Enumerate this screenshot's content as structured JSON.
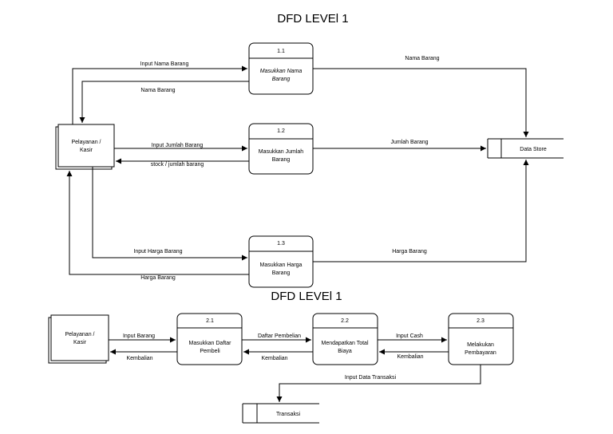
{
  "level1_top": {
    "title": "DFD LEVEl 1",
    "entity": {
      "line1": "Pelayanan /",
      "line2": "Kasir"
    },
    "store": {
      "label": "Data Store"
    },
    "processes": [
      {
        "id": "1.1",
        "line1": "Masukkan Nama",
        "line2": "Barang"
      },
      {
        "id": "1.2",
        "line1": "Masukkan Jumlah",
        "line2": "Barang"
      },
      {
        "id": "1.3",
        "line1": "Masukkan Harga",
        "line2": "Barang"
      }
    ],
    "flows": {
      "in_nama": "Input Nama Barang",
      "out_nama": "Nama Barang",
      "store_nama": "Nama Barang",
      "in_jumlah": "Input Jumlah Barang",
      "out_jumlah": "stock / jumlah barang",
      "store_jumlah": "Jumlah Barang",
      "in_harga": "Input Harga Barang",
      "out_harga": "Harga Barang",
      "store_harga": "Harga Barang"
    }
  },
  "level1_bottom": {
    "title": "DFD LEVEl 1",
    "entity": {
      "line1": "Pelayanan /",
      "line2": "Kasir"
    },
    "store": {
      "label": "Transaksi"
    },
    "processes": [
      {
        "id": "2.1",
        "line1": "Masukkan Daftar",
        "line2": "Pembeli"
      },
      {
        "id": "2.2",
        "line1": "Mendapatkan Total",
        "line2": "Biaya"
      },
      {
        "id": "2.3",
        "line1": "Melakukan",
        "line2": "Pembayaran"
      }
    ],
    "flows": {
      "input_barang": "Input Barang",
      "kembalian_1": "Kembalian",
      "daftar_pembelian": "Daftar Pembelian",
      "kembalian_2": "Kembalian",
      "input_cash": "Input Cash",
      "kembalian_3": "Kembalian",
      "input_data_transaksi": "Input Data Transaksi"
    }
  }
}
